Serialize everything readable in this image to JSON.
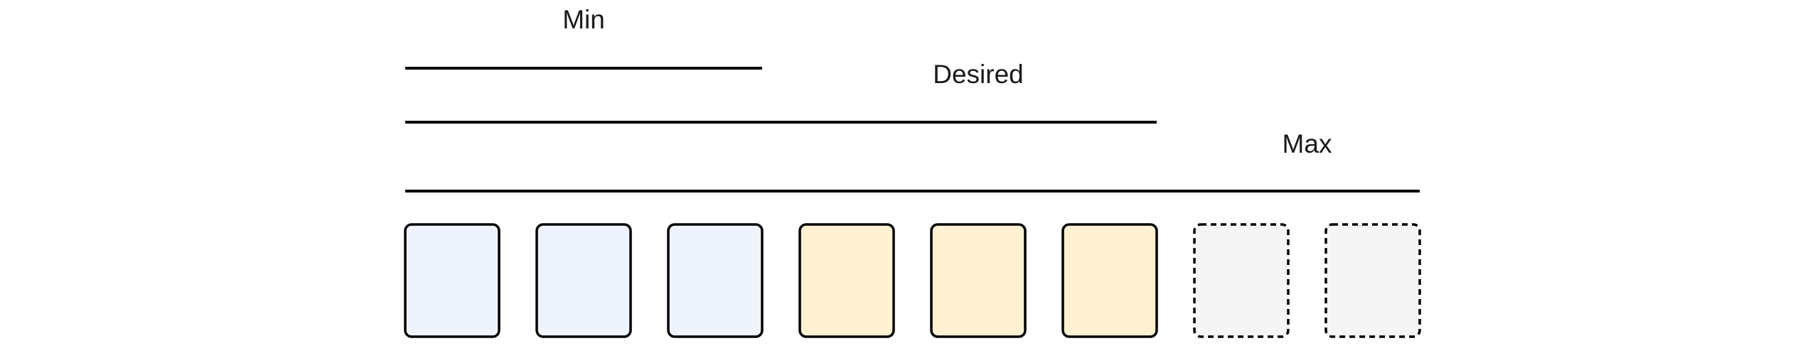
{
  "brackets": [
    {
      "label": "Min",
      "count": 3
    },
    {
      "label": "Desired",
      "count": 6
    },
    {
      "label": "Max",
      "count": 8
    }
  ],
  "slots": [
    {
      "state": "min",
      "style": "solid"
    },
    {
      "state": "min",
      "style": "solid"
    },
    {
      "state": "min",
      "style": "solid"
    },
    {
      "state": "desired",
      "style": "solid"
    },
    {
      "state": "desired",
      "style": "solid"
    },
    {
      "state": "desired",
      "style": "solid"
    },
    {
      "state": "max",
      "style": "dashed"
    },
    {
      "state": "max",
      "style": "dashed"
    }
  ],
  "colors": {
    "min": "#eff3fc",
    "desired": "#fdf1d1",
    "max": "#f5f5f5",
    "stroke": "#000000",
    "text": "#1a1a1a"
  }
}
